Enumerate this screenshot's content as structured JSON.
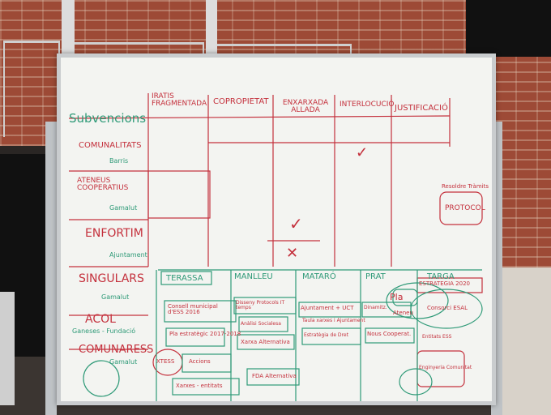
{
  "columns": [
    "IRATIS FRAGMENTADA",
    "COPROPIETAT",
    "ENXARXADA ALLADA",
    "INTERLOCUCIÓ",
    "JUSTIFICACIÓ"
  ],
  "rows": [
    "Subvencions",
    "COMUNALITATS",
    "ATENEUS COOPERATIUS",
    "ENFORTIM",
    "SINGULARS",
    "ACOL",
    "COMUNARESS"
  ],
  "row_notes": [
    "",
    "Barris",
    "Gamalut",
    "Ajuntament",
    "Gamalut",
    "Ganeses - Fundació",
    "Gamalut"
  ],
  "lower_headers": [
    "TERASSA",
    "MANLLEU",
    "MATARÓ",
    "PRAT",
    "TARGA"
  ],
  "side_note": "Resoldre Tràmits",
  "side_box": "PROTOCOL",
  "marks": {
    "check": "✓",
    "cross": "✕"
  },
  "lower_notes": {
    "terassa": [
      "Consell municipal d'ESS 2016",
      "Pla estratègic 2017-2018",
      "Accions",
      "XTESS",
      "Xarxes - entitats"
    ],
    "manlleu": [
      "Disseny Protocols IT temps",
      "Anàlisi Socialesa",
      "Xarxa Alternativa",
      "FDA Alternativa"
    ],
    "matar": [
      "Ajuntament + UCT",
      "Taula xarxes i Ajuntament",
      "Estratègia de Dret"
    ],
    "prat": [
      "Pla",
      "Ateneu",
      "Nous Cooperat.",
      "Dinamitz."
    ],
    "targa": [
      "ESTRATEGIA 2020",
      "Consorci ESAL",
      "Enginyeria Comunitat",
      "Entitats ESS"
    ]
  }
}
